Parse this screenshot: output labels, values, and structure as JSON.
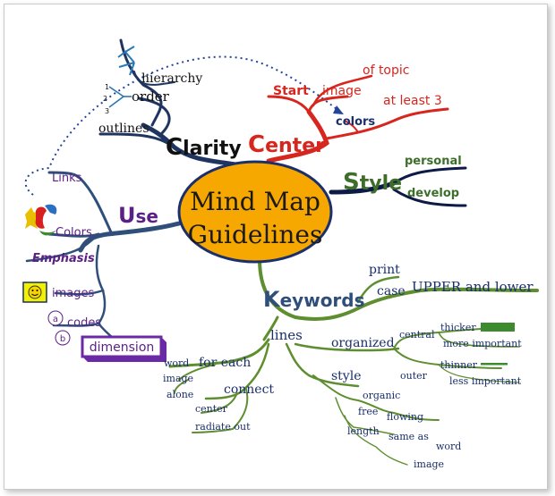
{
  "title_line1": "Mind Map",
  "title_line2": "Guidelines",
  "colors": {
    "center_fill": "#f7a800",
    "center_stroke": "#1a2f6b",
    "clarity": "#1f3560",
    "center_branch": "#d7261e",
    "style_branch": "#0d1a46",
    "keywords_branch": "#5e8e2f",
    "use_branch": "#2f4f7a",
    "use_text": "#5b1f86",
    "links_dotted": "#24449a",
    "dimension_box": "#6a2aa6",
    "images_box": "#f2f200"
  },
  "clarity": {
    "label_first": "C",
    "label_rest": "larity",
    "hierarchy": "hierarchy",
    "order": "order",
    "outlines": "outlines",
    "num1": "1",
    "num2": "2",
    "num3": "3"
  },
  "center": {
    "label_first": "C",
    "label_rest": "enter",
    "start": "Start",
    "image": "image",
    "of_topic": "of topic",
    "colors": "colors",
    "at_least_3": "at least 3"
  },
  "style": {
    "label_first": "S",
    "label_rest": "tyle",
    "personal": "personal",
    "develop": "develop"
  },
  "use": {
    "label_first": "U",
    "label_rest": "se",
    "links": "Links",
    "colors": "Colors",
    "emphasis": "Emphasis",
    "images": "images",
    "codes": "codes",
    "dimension": "dimension",
    "code_a": "a",
    "code_b": "b"
  },
  "keywords": {
    "label_first": "K",
    "label_rest": "eywords",
    "print": "print",
    "case": "case",
    "upper_lower": "UPPER and lower",
    "lines": "lines",
    "organized": "organized",
    "central": "central",
    "thicker": "thicker",
    "more_important": "more important",
    "outer": "outer",
    "thinner": "thinner",
    "less_important": "less important",
    "style": "style",
    "organic": "organic",
    "free": "free",
    "flowing": "flowing",
    "length": "length",
    "same_as": "same as",
    "word2": "word",
    "image2": "image",
    "for_each": "for each",
    "word": "word",
    "image": "image",
    "alone": "alone",
    "connect": "connect",
    "center": "center",
    "radiate_out": "radiate out"
  }
}
